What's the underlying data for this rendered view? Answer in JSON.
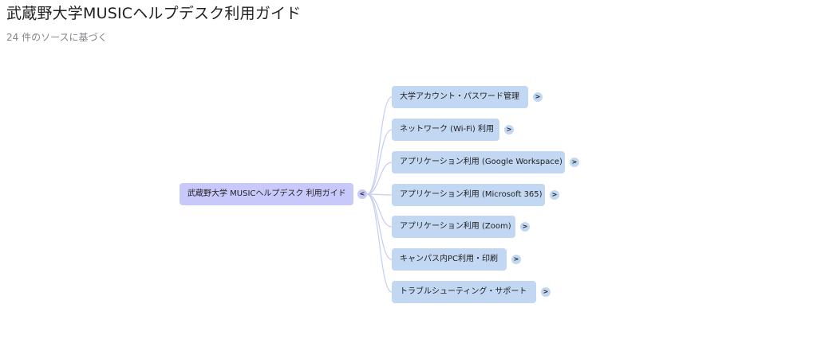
{
  "header": {
    "title": "武蔵野大学MUSICヘルプデスク利用ガイド",
    "subtitle": "24 件のソースに基づく"
  },
  "mindmap": {
    "root": {
      "label": "武蔵野大学 MUSICヘルプデスク 利用ガイド",
      "toggle": "<"
    },
    "children": [
      {
        "label": "大学アカウント・パスワード管理",
        "toggle": ">"
      },
      {
        "label": "ネットワーク (Wi-Fi) 利用",
        "toggle": ">"
      },
      {
        "label": "アプリケーション利用 (Google Workspace)",
        "toggle": ">"
      },
      {
        "label": "アプリケーション利用 (Microsoft 365)",
        "toggle": ">"
      },
      {
        "label": "アプリケーション利用 (Zoom)",
        "toggle": ">"
      },
      {
        "label": "キャンパス内PC利用・印刷",
        "toggle": ">"
      },
      {
        "label": "トラブルシューティング・サポート",
        "toggle": ">"
      }
    ]
  },
  "colors": {
    "root_node": "#c8c8fb",
    "child_node": "#c2d7f2",
    "link": "#c5cdf0"
  }
}
